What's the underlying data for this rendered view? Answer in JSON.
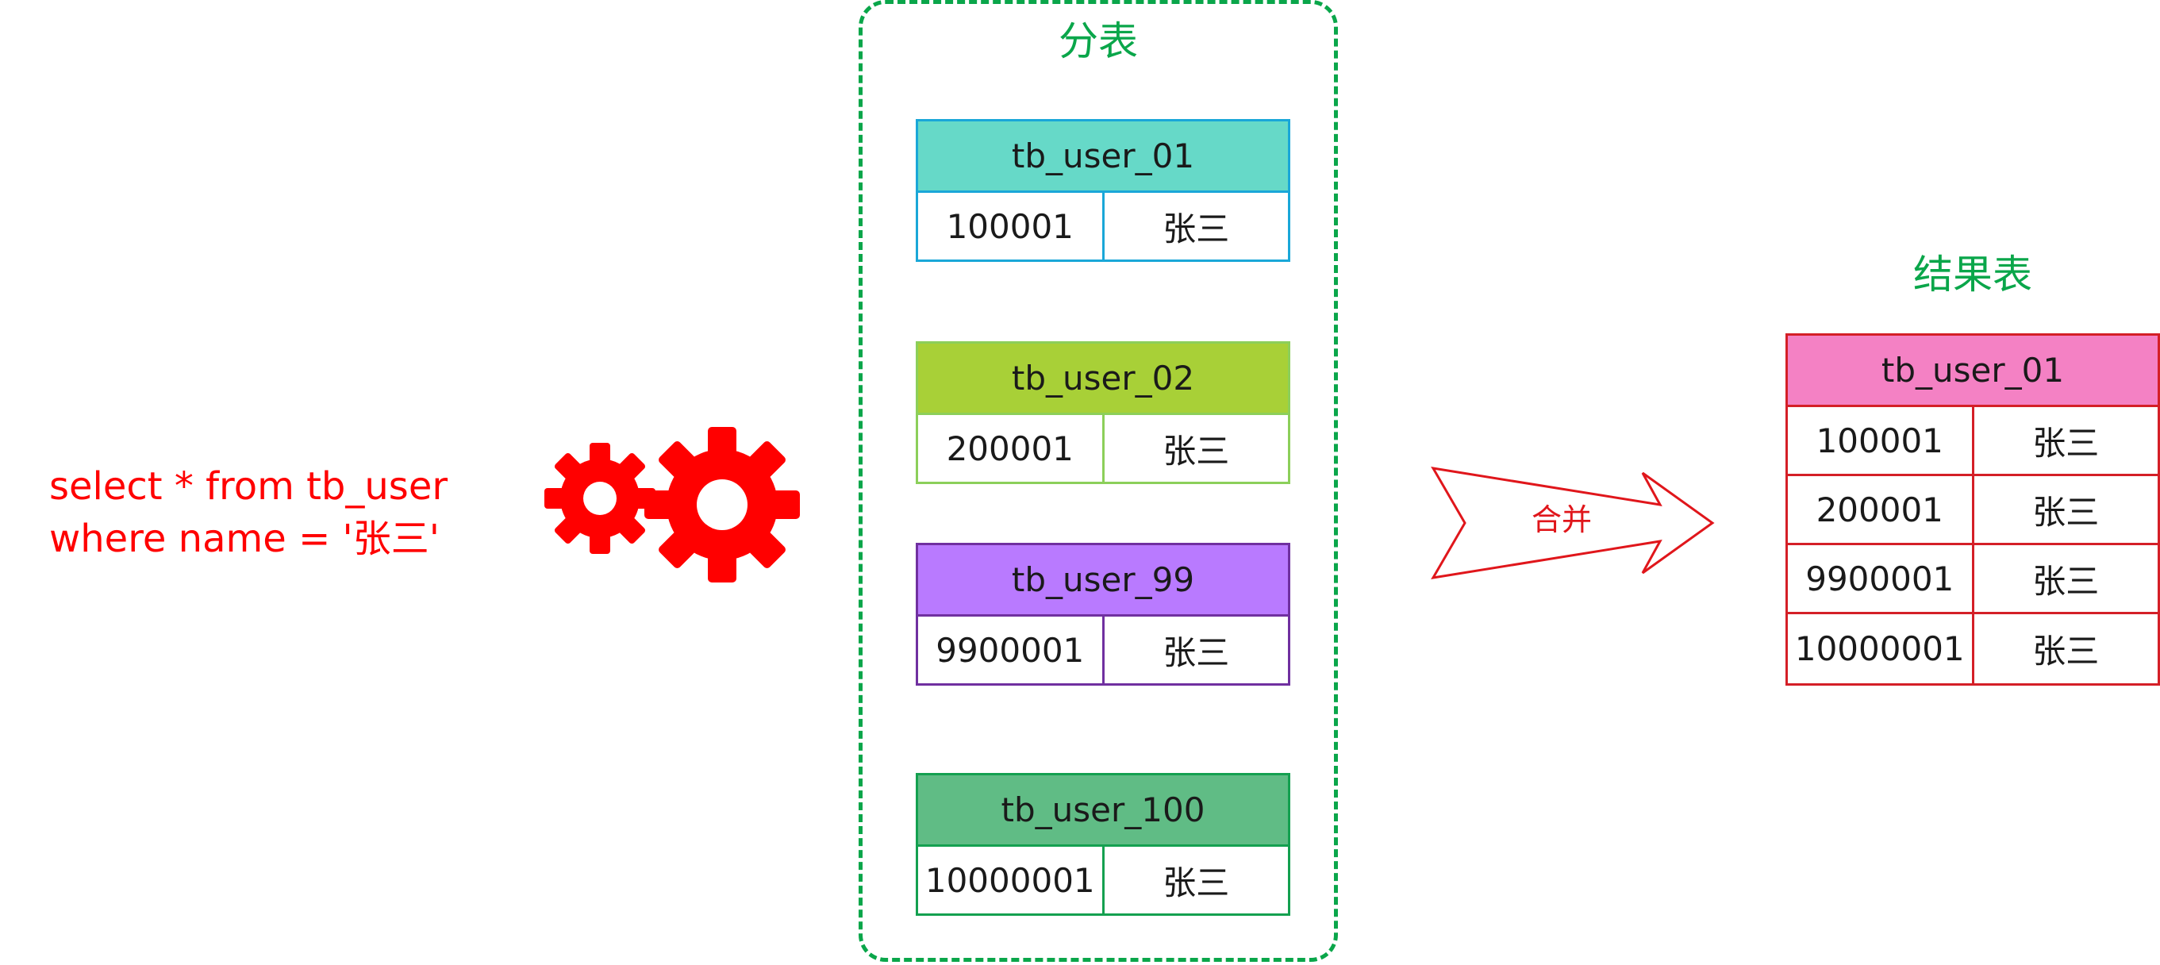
{
  "query": {
    "line1": "select * from tb_user",
    "line2": "where name = '张三'"
  },
  "shards": {
    "title": "分表",
    "tables": [
      {
        "name": "tb_user_01",
        "id": "100001",
        "value": "张三",
        "header_color": "#66d9c8",
        "border_color": "#1aa7d8"
      },
      {
        "name": "tb_user_02",
        "id": "200001",
        "value": "张三",
        "header_color": "#a8d037",
        "border_color": "#8ccf5a"
      },
      {
        "name": "tb_user_99",
        "id": "9900001",
        "value": "张三",
        "header_color": "#b97aff",
        "border_color": "#7030a0"
      },
      {
        "name": "tb_user_100",
        "id": "10000001",
        "value": "张三",
        "header_color": "#60bc85",
        "border_color": "#14a050"
      }
    ]
  },
  "merge": {
    "label": "合并"
  },
  "result": {
    "title": "结果表",
    "table_name": "tb_user_01",
    "rows": [
      {
        "id": "100001",
        "value": "张三"
      },
      {
        "id": "200001",
        "value": "张三"
      },
      {
        "id": "9900001",
        "value": "张三"
      },
      {
        "id": "10000001",
        "value": "张三"
      }
    ]
  },
  "colors": {
    "accent_green": "#0aa64a",
    "query_red": "#ff0000",
    "result_border": "#d41f27",
    "result_header": "#f481c4"
  }
}
